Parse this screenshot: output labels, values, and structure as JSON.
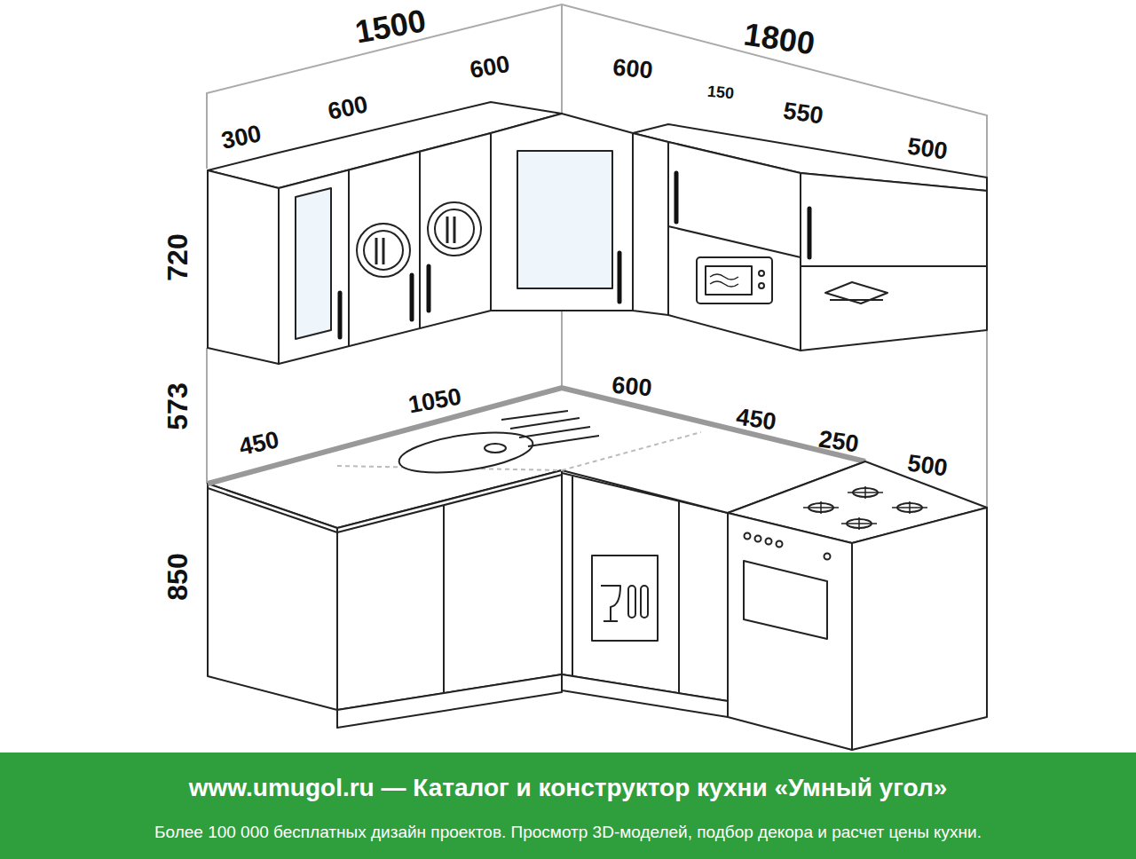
{
  "diagram": {
    "labels": [
      "1500",
      "1800",
      "300",
      "600",
      "600",
      "600",
      "150",
      "550",
      "500",
      "720",
      "573",
      "850",
      "450",
      "1050",
      "600",
      "450",
      "250",
      "500",
      "www.umugol.ru — Каталог и конструктор кухни «Умный угол»",
      "Более 100 000 бесплатных дизайн проектов. Просмотр 3D-моделей, подбор декора и расчет цены кухни."
    ]
  }
}
